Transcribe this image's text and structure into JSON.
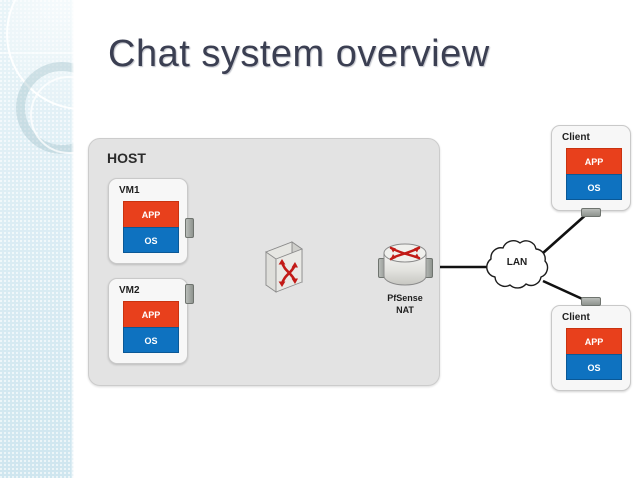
{
  "slide": {
    "title": "Chat system overview",
    "title_color": "#3b3f52",
    "background": "#ffffff"
  },
  "theme": {
    "band_color": "#dcedf4",
    "app_color": "#e8401c",
    "os_color": "#0e72c0",
    "host_fill": "#e3e3e3",
    "card_fill": "#f7f7f7",
    "link_color": "#111111"
  },
  "diagram": {
    "host": {
      "label": "HOST",
      "vms": [
        {
          "name": "VM1",
          "layers": [
            {
              "label": "APP",
              "color": "#e8401c"
            },
            {
              "label": "OS",
              "color": "#0e72c0"
            }
          ]
        },
        {
          "name": "VM2",
          "layers": [
            {
              "label": "APP",
              "color": "#e8401c"
            },
            {
              "label": "OS",
              "color": "#0e72c0"
            }
          ]
        }
      ],
      "switch": {
        "icon": "network-switch-icon",
        "label": ""
      },
      "router": {
        "icon": "router-icon",
        "label_line1": "PfSense",
        "label_line2": "NAT"
      }
    },
    "network": {
      "cloud": {
        "icon": "cloud-icon",
        "label": "LAN"
      }
    },
    "clients": [
      {
        "name": "Client",
        "layers": [
          {
            "label": "APP",
            "color": "#e8401c"
          },
          {
            "label": "OS",
            "color": "#0e72c0"
          }
        ]
      },
      {
        "name": "Client",
        "layers": [
          {
            "label": "APP",
            "color": "#e8401c"
          },
          {
            "label": "OS",
            "color": "#0e72c0"
          }
        ]
      }
    ],
    "links": [
      {
        "from": "VM1",
        "to": "switch"
      },
      {
        "from": "VM2",
        "to": "switch"
      },
      {
        "from": "switch",
        "to": "router"
      },
      {
        "from": "router",
        "to": "LAN"
      },
      {
        "from": "LAN",
        "to": "Client 1"
      },
      {
        "from": "LAN",
        "to": "Client 2"
      }
    ]
  }
}
